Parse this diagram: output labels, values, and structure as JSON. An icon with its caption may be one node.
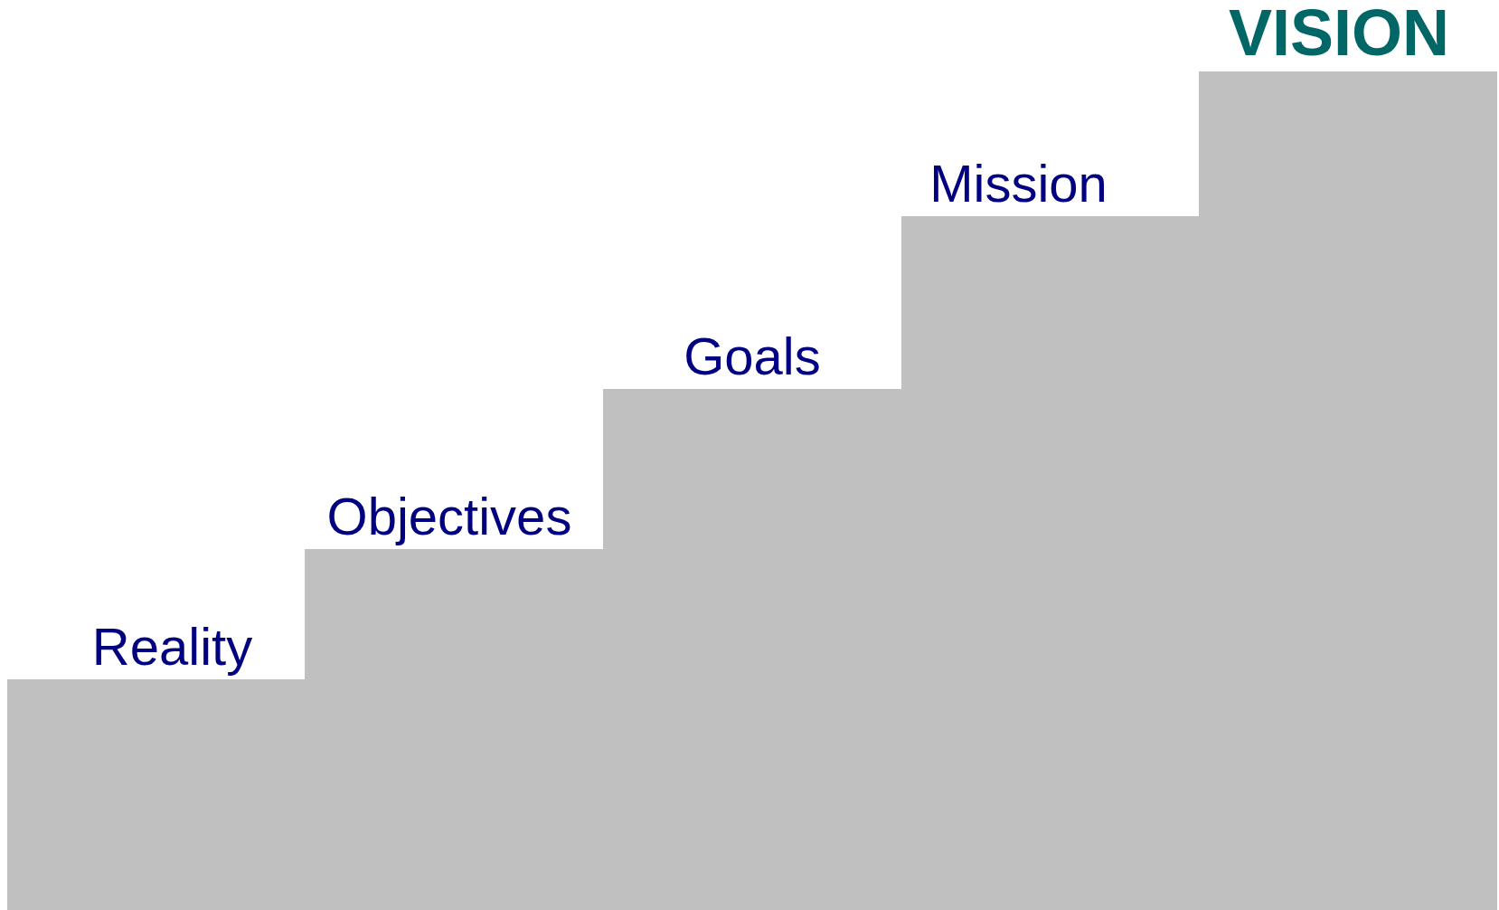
{
  "diagram": {
    "nodes": [
      {
        "text": [
          "Reality"
        ]
      },
      {
        "text": [
          "Objectives"
        ]
      },
      {
        "text": [
          "Goals"
        ]
      },
      {
        "text": [
          "Mission"
        ]
      },
      {
        "text": [
          "VISION"
        ]
      }
    ]
  }
}
